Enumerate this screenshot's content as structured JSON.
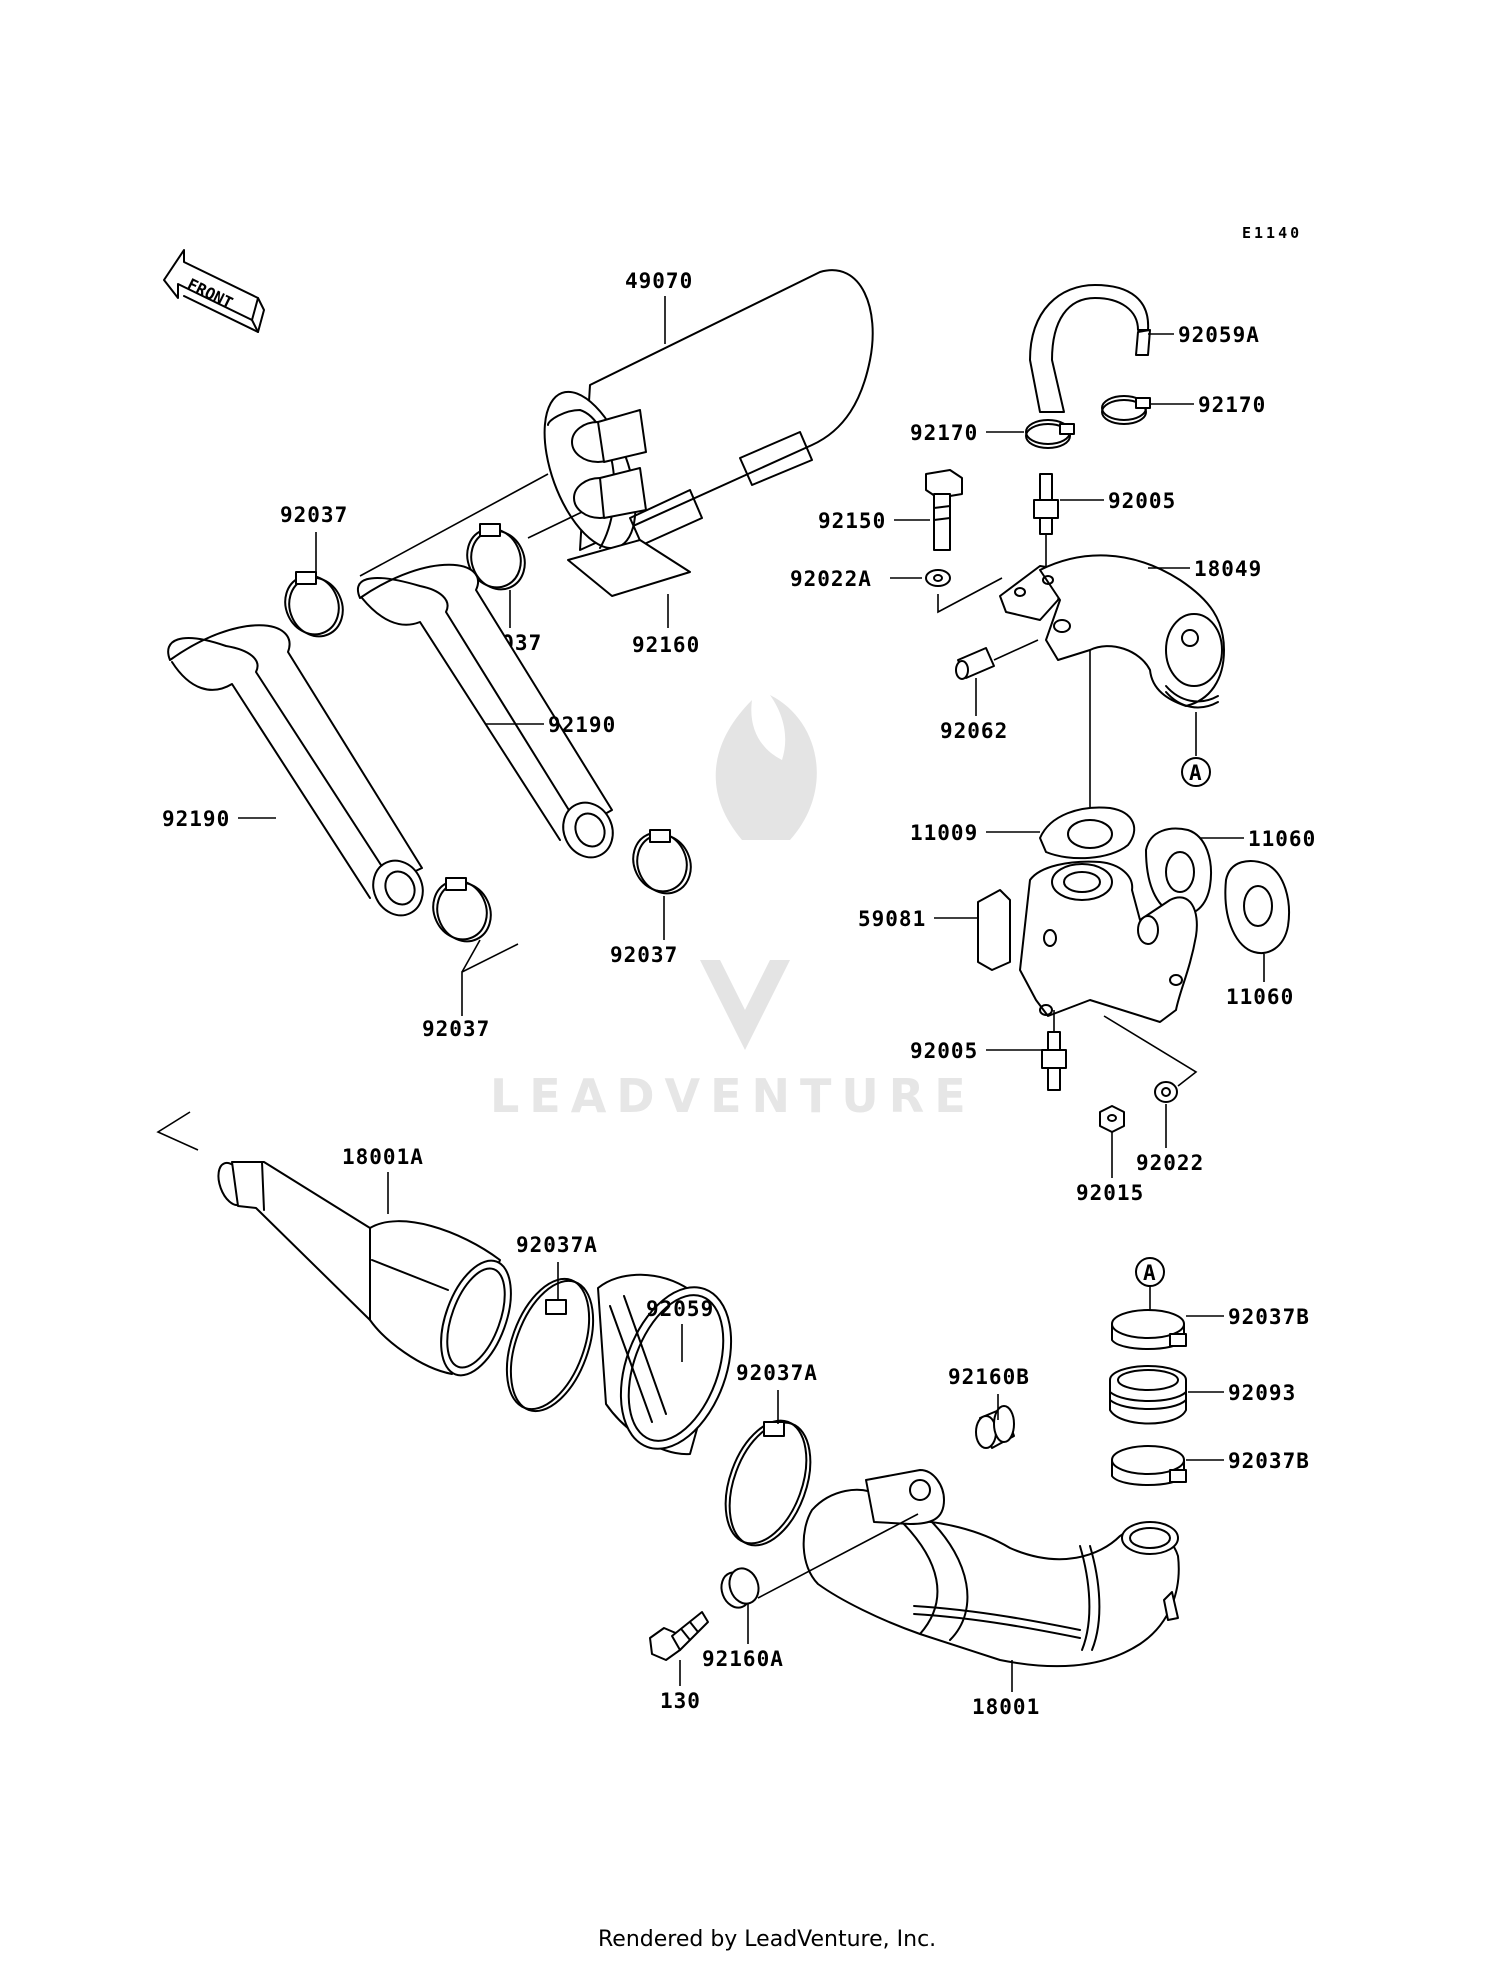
{
  "diagram": {
    "code": "E1140",
    "front_label": "FRONT",
    "watermark": "LEADVENTURE",
    "footer": "Rendered by LeadVenture, Inc."
  },
  "labels": {
    "muffler": "49070",
    "hose_upper_right": "92190",
    "hose_left": "92190",
    "clamp_top_left": "92037",
    "clamp_top_mid": "92037",
    "clamp_right_end": "92037",
    "clamp_bottom_left": "92037",
    "pad": "92160",
    "hose_u": "92059A",
    "clamp_u_right": "92170",
    "clamp_u_left": "92170",
    "bolt_top": "92150",
    "fitting_top": "92005",
    "washer_top": "92022A",
    "manifold_pipe": "18049",
    "fitting_side": "92062",
    "ref_a_top": "A",
    "gasket_center": "11009",
    "gasket_right_top": "11060",
    "gasket_right_bottom": "11060",
    "manifold": "59081",
    "fitting_bottom": "92005",
    "washer_bottom": "92022",
    "nut": "92015",
    "cone_pipe": "18001A",
    "clamp_a_left": "92037A",
    "sleeve": "92059",
    "clamp_a_right": "92037A",
    "damper": "92160B",
    "ref_a_bottom": "A",
    "clamp_b_top": "92037B",
    "coupler": "92093",
    "clamp_b_bottom": "92037B",
    "bolt_bottom": "130",
    "grommet": "92160A",
    "expansion_chamber": "18001"
  }
}
